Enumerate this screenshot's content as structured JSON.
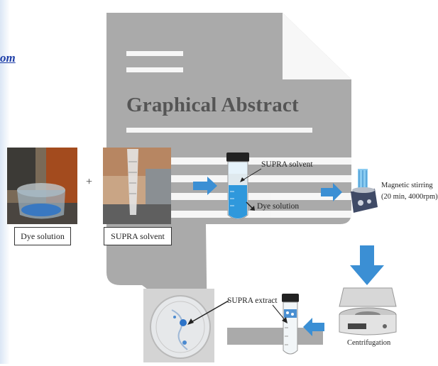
{
  "page": {
    "link_text": "om",
    "title": "Graphical Abstract"
  },
  "diagram": {
    "plus": "+",
    "dye_solution_label": "Dye solution",
    "supra_solvent_label": "SUPRA solvent",
    "tube_top_label": "SUPRA solvent",
    "tube_bottom_label": "Dye solution",
    "stirring_label_1": "Magnetic stirring",
    "stirring_label_2": "(20 min, 4000rpm)",
    "centrifugation_label": "Centrifugation",
    "extract_label": "SUPRA extract"
  },
  "colors": {
    "arrow": "#3b8fd4",
    "watermark": "#8f8f8f",
    "link": "#1f3fa8",
    "dye_blue": "#2c73c8"
  }
}
